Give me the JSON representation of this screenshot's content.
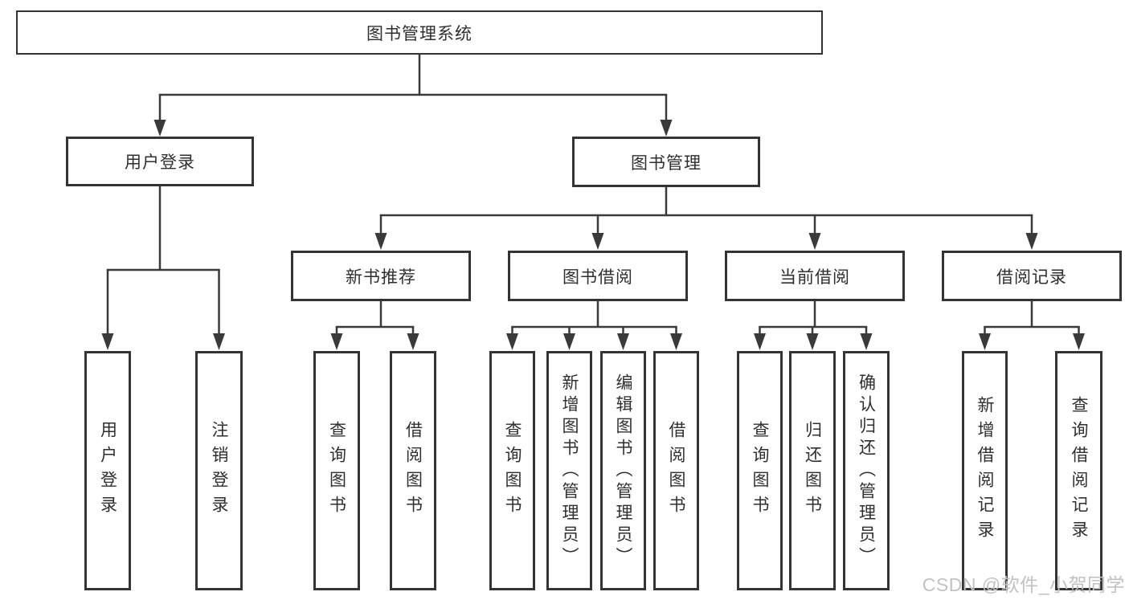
{
  "tree": {
    "root": {
      "label": "图书管理系统",
      "children": [
        {
          "label": "用户登录",
          "children": [
            {
              "label": "用户登录"
            },
            {
              "label": "注销登录"
            }
          ]
        },
        {
          "label": "图书管理",
          "children": [
            {
              "label": "新书推荐",
              "children": [
                {
                  "label": "查询图书"
                },
                {
                  "label": "借阅图书"
                }
              ]
            },
            {
              "label": "图书借阅",
              "children": [
                {
                  "label": "查询图书"
                },
                {
                  "label": "新增图书（管理员）"
                },
                {
                  "label": "编辑图书（管理员）"
                },
                {
                  "label": "借阅图书"
                }
              ]
            },
            {
              "label": "当前借阅",
              "children": [
                {
                  "label": "查询图书"
                },
                {
                  "label": "归还图书"
                },
                {
                  "label": "确认归还（管理员）"
                }
              ]
            },
            {
              "label": "借阅记录",
              "children": [
                {
                  "label": "新增借阅记录"
                },
                {
                  "label": "查询借阅记录"
                }
              ]
            }
          ]
        }
      ]
    }
  },
  "watermark": {
    "text": "CSDN @软件_小贺同学",
    "color": "#c2c2c2"
  },
  "colors": {
    "line": "#3a3a3a",
    "box_border": "#343434",
    "text": "#2f2f2f",
    "background": "#ffffff"
  }
}
